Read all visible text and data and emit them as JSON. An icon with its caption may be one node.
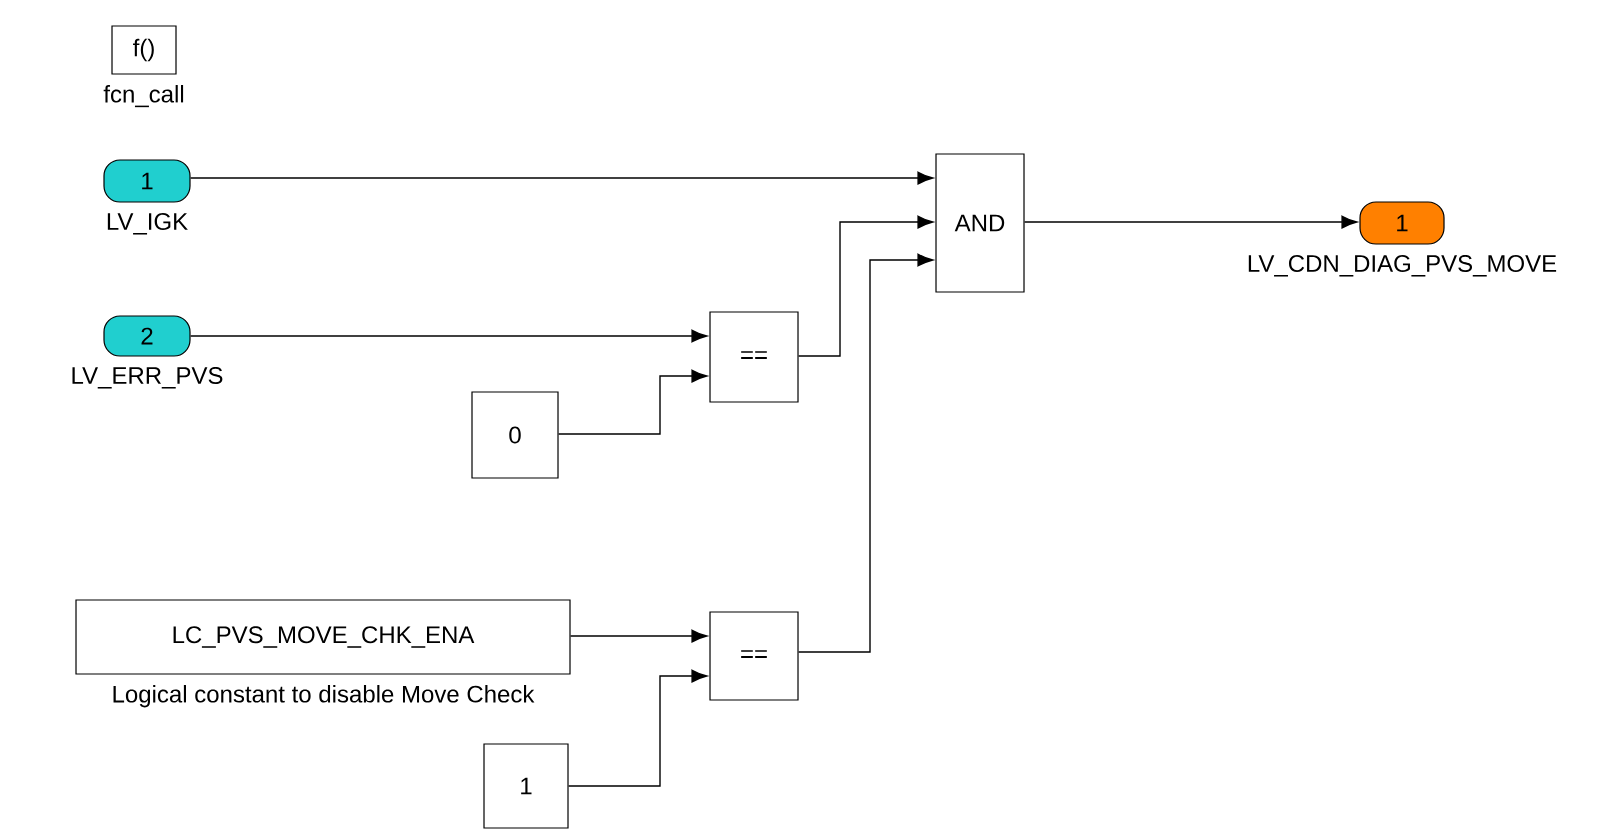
{
  "diagram": {
    "nodes": [
      {
        "text": [
          "f()"
        ],
        "beside": [
          "fcn_call"
        ]
      },
      {
        "text": [
          "1"
        ],
        "beside": [
          "LV_IGK"
        ]
      },
      {
        "text": [
          "2"
        ],
        "beside": [
          "LV_ERR_PVS"
        ]
      },
      {
        "text": [
          "0"
        ]
      },
      {
        "text": [
          "=="
        ]
      },
      {
        "text": [
          "LC_PVS_MOVE_CHK_ENA"
        ],
        "beside": [
          "Logical constant to disable Move Check"
        ]
      },
      {
        "text": [
          "1"
        ]
      },
      {
        "text": [
          "=="
        ]
      },
      {
        "text": [
          "AND"
        ]
      },
      {
        "text": [
          "1"
        ],
        "beside": [
          "LV_CDN_DIAG_PVS_MOVE"
        ]
      }
    ],
    "edges": [
      {
        "from": 1,
        "to": 8,
        "arrow": "to"
      },
      {
        "from": 2,
        "to": 4,
        "arrow": "to"
      },
      {
        "from": 3,
        "to": 4,
        "arrow": "to"
      },
      {
        "from": 4,
        "to": 8,
        "arrow": "to"
      },
      {
        "from": 5,
        "to": 7,
        "arrow": "to"
      },
      {
        "from": 6,
        "to": 7,
        "arrow": "to"
      },
      {
        "from": 7,
        "to": 8,
        "arrow": "to"
      },
      {
        "from": 8,
        "to": 9,
        "arrow": "to"
      }
    ]
  }
}
